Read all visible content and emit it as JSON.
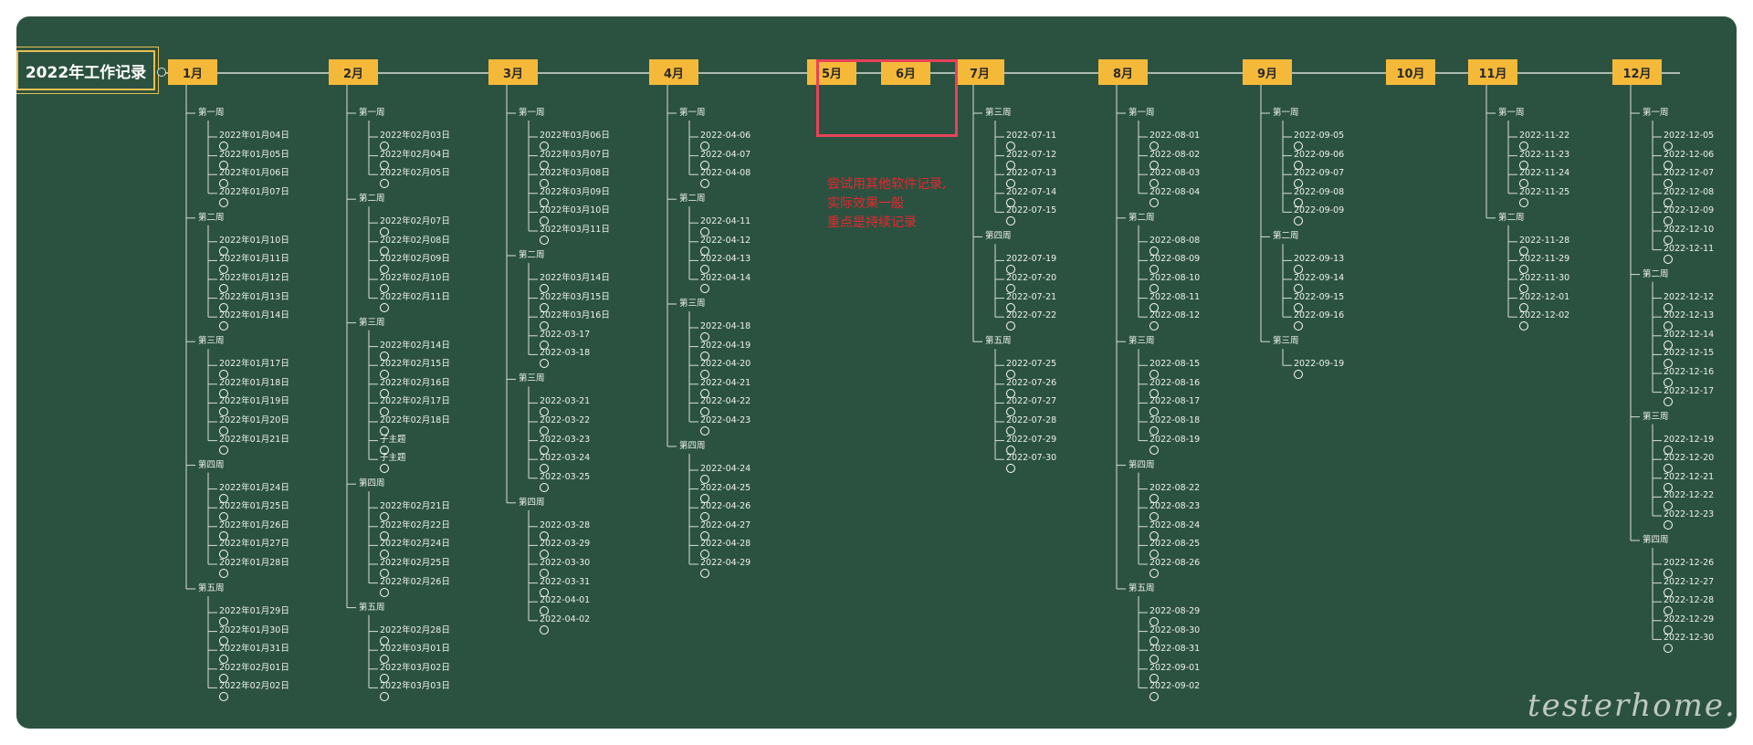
{
  "root": {
    "title": "2022年工作记录"
  },
  "months": [
    {
      "label": "1月",
      "weeks": [
        {
          "label": "第一周",
          "days": [
            "2022年01月04日",
            "2022年01月05日",
            "2022年01月06日",
            "2022年01月07日"
          ]
        },
        {
          "label": "第二周",
          "days": [
            "2022年01月10日",
            "2022年01月11日",
            "2022年01月12日",
            "2022年01月13日",
            "2022年01月14日"
          ]
        },
        {
          "label": "第三周",
          "days": [
            "2022年01月17日",
            "2022年01月18日",
            "2022年01月19日",
            "2022年01月20日",
            "2022年01月21日"
          ]
        },
        {
          "label": "第四周",
          "days": [
            "2022年01月24日",
            "2022年01月25日",
            "2022年01月26日",
            "2022年01月27日",
            "2022年01月28日"
          ]
        },
        {
          "label": "第五周",
          "days": [
            "2022年01月29日",
            "2022年01月30日",
            "2022年01月31日",
            "2022年02月01日",
            "2022年02月02日"
          ]
        }
      ]
    },
    {
      "label": "2月",
      "weeks": [
        {
          "label": "第一周",
          "days": [
            "2022年02月03日",
            "2022年02月04日",
            "2022年02月05日"
          ]
        },
        {
          "label": "第二周",
          "days": [
            "2022年02月07日",
            "2022年02月08日",
            "2022年02月09日",
            "2022年02月10日",
            "2022年02月11日"
          ]
        },
        {
          "label": "第三周",
          "days": [
            "2022年02月14日",
            "2022年02月15日",
            "2022年02月16日",
            "2022年02月17日",
            "2022年02月18日",
            "子主题",
            "子主题"
          ]
        },
        {
          "label": "第四周",
          "days": [
            "2022年02月21日",
            "2022年02月22日",
            "2022年02月24日",
            "2022年02月25日",
            "2022年02月26日"
          ]
        },
        {
          "label": "第五周",
          "days": [
            "2022年02月28日",
            "2022年03月01日",
            "2022年03月02日",
            "2022年03月03日"
          ]
        }
      ]
    },
    {
      "label": "3月",
      "weeks": [
        {
          "label": "第一周",
          "days": [
            "2022年03月06日",
            "2022年03月07日",
            "2022年03月08日",
            "2022年03月09日",
            "2022年03月10日",
            "2022年03月11日"
          ]
        },
        {
          "label": "第二周",
          "days": [
            "2022年03月14日",
            "2022年03月15日",
            "2022年03月16日",
            "2022-03-17",
            "2022-03-18"
          ]
        },
        {
          "label": "第三周",
          "days": [
            "2022-03-21",
            "2022-03-22",
            "2022-03-23",
            "2022-03-24",
            "2022-03-25"
          ]
        },
        {
          "label": "第四周",
          "days": [
            "2022-03-28",
            "2022-03-29",
            "2022-03-30",
            "2022-03-31",
            "2022-04-01",
            "2022-04-02"
          ]
        }
      ]
    },
    {
      "label": "4月",
      "weeks": [
        {
          "label": "第一周",
          "days": [
            "2022-04-06",
            "2022-04-07",
            "2022-04-08"
          ]
        },
        {
          "label": "第二周",
          "days": [
            "2022-04-11",
            "2022-04-12",
            "2022-04-13",
            "2022-04-14"
          ]
        },
        {
          "label": "第三周",
          "days": [
            "2022-04-18",
            "2022-04-19",
            "2022-04-20",
            "2022-04-21",
            "2022-04-22",
            "2022-04-23"
          ]
        },
        {
          "label": "第四周",
          "days": [
            "2022-04-24",
            "2022-04-25",
            "2022-04-26",
            "2022-04-27",
            "2022-04-28",
            "2022-04-29"
          ]
        }
      ]
    },
    {
      "label": "5月",
      "weeks": []
    },
    {
      "label": "6月",
      "weeks": []
    },
    {
      "label": "7月",
      "weeks": [
        {
          "label": "第三周",
          "days": [
            "2022-07-11",
            "2022-07-12",
            "2022-07-13",
            "2022-07-14",
            "2022-07-15"
          ]
        },
        {
          "label": "第四周",
          "days": [
            "2022-07-19",
            "2022-07-20",
            "2022-07-21",
            "2022-07-22"
          ]
        },
        {
          "label": "第五周",
          "days": [
            "2022-07-25",
            "2022-07-26",
            "2022-07-27",
            "2022-07-28",
            "2022-07-29",
            "2022-07-30"
          ]
        }
      ]
    },
    {
      "label": "8月",
      "weeks": [
        {
          "label": "第一周",
          "days": [
            "2022-08-01",
            "2022-08-02",
            "2022-08-03",
            "2022-08-04"
          ]
        },
        {
          "label": "第二周",
          "days": [
            "2022-08-08",
            "2022-08-09",
            "2022-08-10",
            "2022-08-11",
            "2022-08-12"
          ]
        },
        {
          "label": "第三周",
          "days": [
            "2022-08-15",
            "2022-08-16",
            "2022-08-17",
            "2022-08-18",
            "2022-08-19"
          ]
        },
        {
          "label": "第四周",
          "days": [
            "2022-08-22",
            "2022-08-23",
            "2022-08-24",
            "2022-08-25",
            "2022-08-26"
          ]
        },
        {
          "label": "第五周",
          "days": [
            "2022-08-29",
            "2022-08-30",
            "2022-08-31",
            "2022-09-01",
            "2022-09-02"
          ]
        }
      ]
    },
    {
      "label": "9月",
      "weeks": [
        {
          "label": "第一周",
          "days": [
            "2022-09-05",
            "2022-09-06",
            "2022-09-07",
            "2022-09-08",
            "2022-09-09"
          ]
        },
        {
          "label": "第二周",
          "days": [
            "2022-09-13",
            "2022-09-14",
            "2022-09-15",
            "2022-09-16"
          ]
        },
        {
          "label": "第三周",
          "days": [
            "2022-09-19"
          ]
        }
      ]
    },
    {
      "label": "10月",
      "weeks": []
    },
    {
      "label": "11月",
      "weeks": [
        {
          "label": "第一周",
          "days": [
            "2022-11-22",
            "2022-11-23",
            "2022-11-24",
            "2022-11-25"
          ]
        },
        {
          "label": "第二周",
          "days": [
            "2022-11-28",
            "2022-11-29",
            "2022-11-30",
            "2022-12-01",
            "2022-12-02"
          ]
        }
      ]
    },
    {
      "label": "12月",
      "weeks": [
        {
          "label": "第一周",
          "days": [
            "2022-12-05",
            "2022-12-06",
            "2022-12-07",
            "2022-12-08",
            "2022-12-09",
            "2022-12-10",
            "2022-12-11"
          ]
        },
        {
          "label": "第二周",
          "days": [
            "2022-12-12",
            "2022-12-13",
            "2022-12-14",
            "2022-12-15",
            "2022-12-16",
            "2022-12-17"
          ]
        },
        {
          "label": "第三周",
          "days": [
            "2022-12-19",
            "2022-12-20",
            "2022-12-21",
            "2022-12-22",
            "2022-12-23"
          ]
        },
        {
          "label": "第四周",
          "days": [
            "2022-12-26",
            "2022-12-27",
            "2022-12-28",
            "2022-12-29",
            "2022-12-30"
          ]
        }
      ]
    }
  ],
  "note": {
    "lines": [
      "尝试用其他软件记录,",
      "实际效果一般",
      "重点是持续记录"
    ]
  },
  "watermark": "testerhome.com",
  "colors": {
    "background": "#2b5240",
    "month_fill": "#f5b93a",
    "highlight": "#e8425a",
    "note": "#e8262e",
    "root_border": "#e6bf52"
  }
}
